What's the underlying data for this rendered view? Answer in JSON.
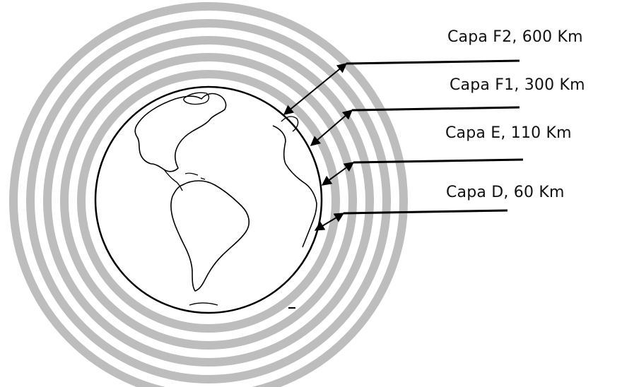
{
  "layers": [
    {
      "id": "f2",
      "label": "Capa F2, 600 Km"
    },
    {
      "id": "f1",
      "label": "Capa F1, 300 Km"
    },
    {
      "id": "e",
      "label": "Capa E, 110 Km"
    },
    {
      "id": "d",
      "label": "Capa D, 60 Km"
    }
  ],
  "colors": {
    "ring": "#bdbdbd",
    "outline": "#000000",
    "earth_fill": "#ffffff"
  }
}
